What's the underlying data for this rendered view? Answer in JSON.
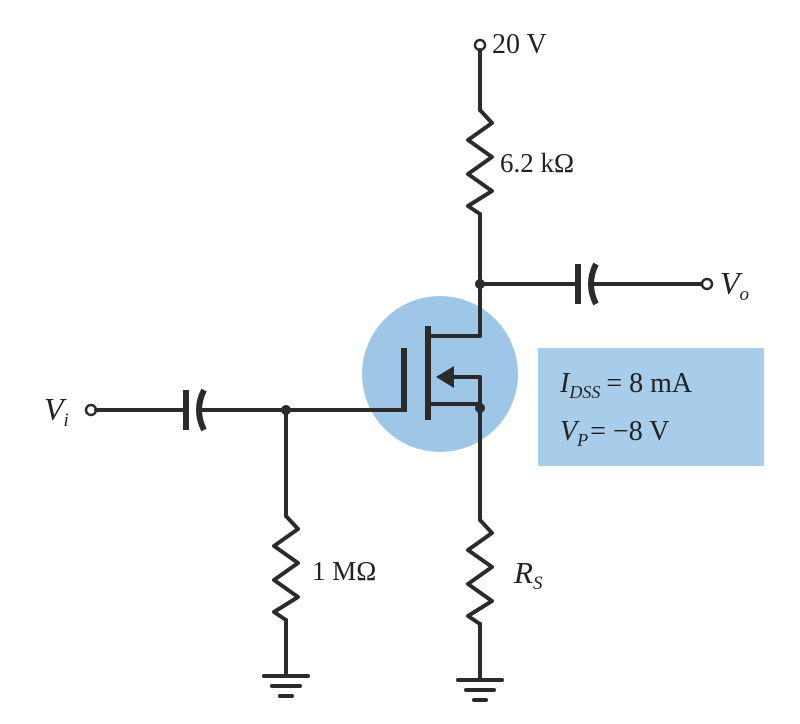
{
  "supply": {
    "label": "20 V"
  },
  "drain_resistor": {
    "label": "6.2 kΩ"
  },
  "gate_resistor": {
    "label": "1 MΩ"
  },
  "source_resistor": {
    "symbol": "R",
    "subscript": "S"
  },
  "input": {
    "symbol": "V",
    "subscript": "i"
  },
  "output": {
    "symbol": "V",
    "subscript": "o"
  },
  "params": {
    "idss": {
      "symbol": "I",
      "subscript": "DSS",
      "value": "= 8 mA"
    },
    "vp": {
      "symbol": "V",
      "subscript": "P",
      "value": "= −8 V"
    }
  },
  "colors": {
    "highlight": "#9ec6e6",
    "param_box": "#a8cdea",
    "wire": "#2b2b2b"
  }
}
